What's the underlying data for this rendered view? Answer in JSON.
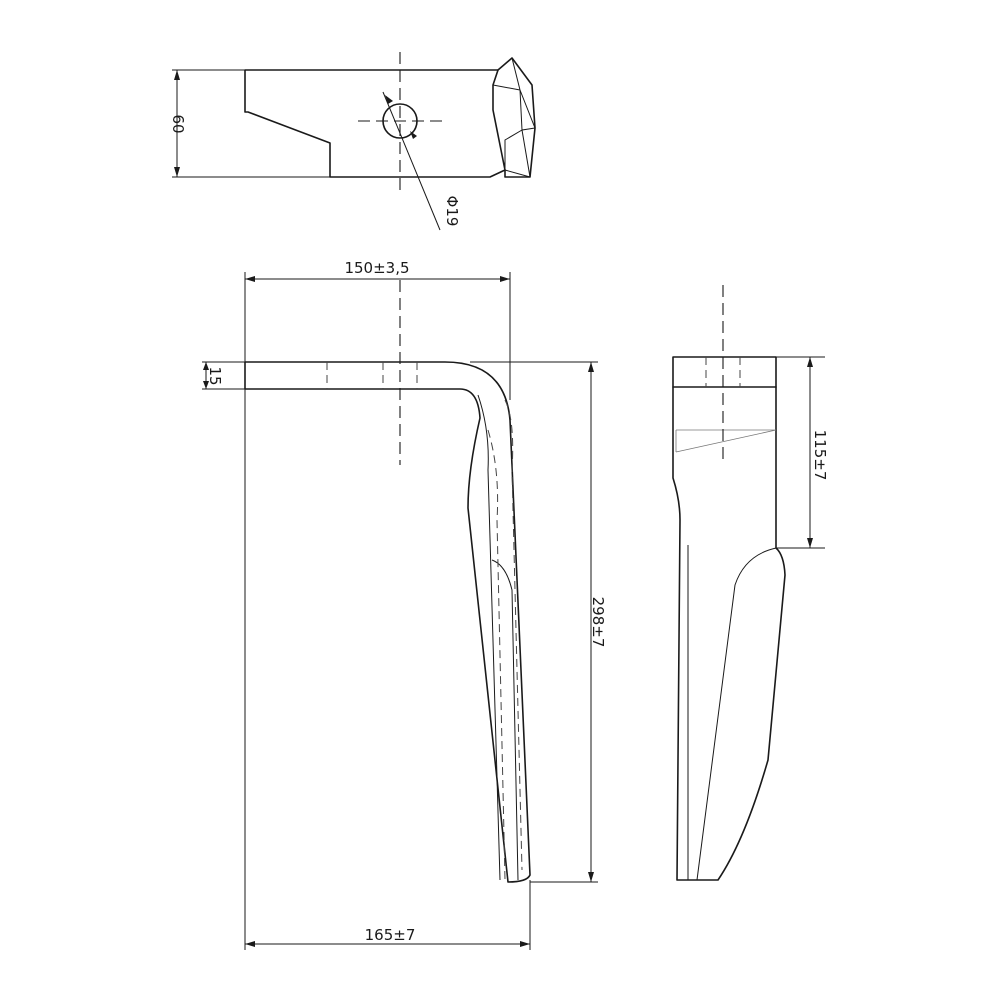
{
  "dimensions": {
    "top_height": "60",
    "hole_diameter": "Φ19",
    "flange_width": "150±3,5",
    "flange_thickness": "15",
    "overall_height": "298±7",
    "overall_width": "165±7",
    "side_straight_length": "115±7"
  },
  "colors": {
    "line": "#1a1a1a",
    "background": "#ffffff"
  }
}
